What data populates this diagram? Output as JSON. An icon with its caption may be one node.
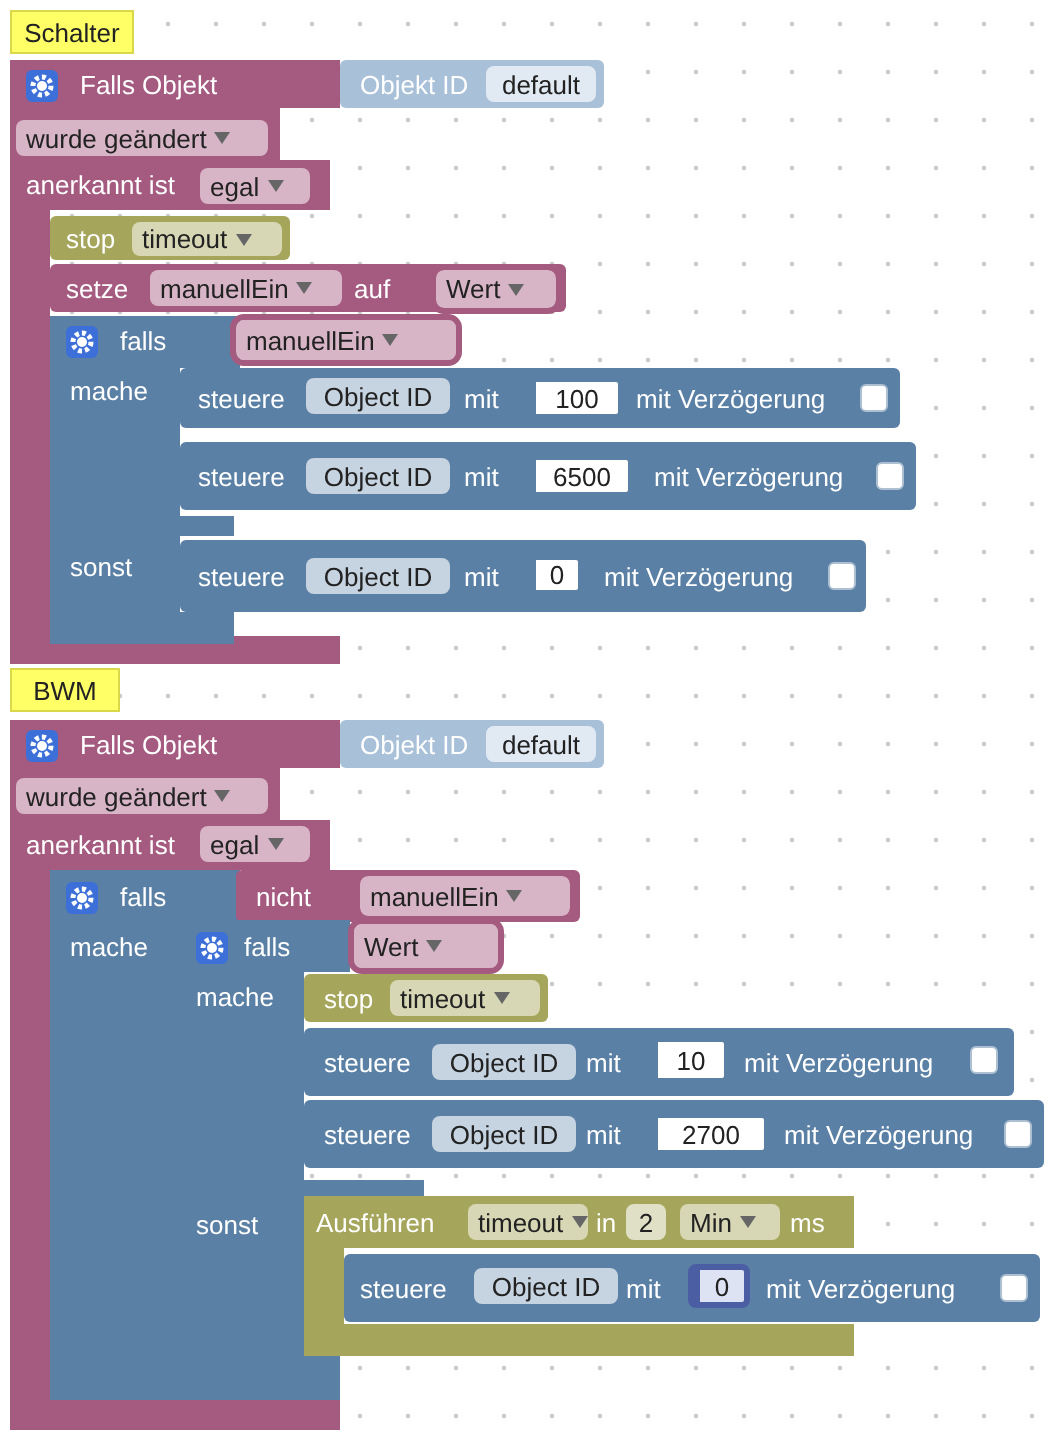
{
  "diagram": {
    "nodes": [
      {
        "text": [
          "Schalter"
        ]
      },
      {
        "text": [
          "Falls Objekt",
          "anerkannt ist"
        ]
      },
      {
        "text": [
          "wurde geändert"
        ],
        "in": 1
      },
      {
        "text": [
          "egal"
        ],
        "in": 1
      },
      {
        "text": [
          "Objekt ID"
        ]
      },
      {
        "text": [
          "default"
        ],
        "in": 4
      },
      {
        "text": [
          "stop"
        ]
      },
      {
        "text": [
          "timeout"
        ],
        "in": 6
      },
      {
        "text": [
          "setze",
          "auf"
        ]
      },
      {
        "text": [
          "manuellEin"
        ],
        "in": 8
      },
      {
        "text": [
          "Wert"
        ],
        "in": 8
      },
      {
        "text": [
          "falls",
          "mache",
          "sonst"
        ]
      },
      {
        "text": [
          "manuellEin"
        ]
      },
      {
        "text": [
          "steuere",
          "mit",
          "mit Verzögerung"
        ]
      },
      {
        "text": [
          "Object ID"
        ],
        "in": 13
      },
      {
        "text": [
          "100"
        ],
        "in": 13
      },
      {
        "text": [],
        "shape": "box",
        "in": 13
      },
      {
        "text": [
          "steuere",
          "mit",
          "mit Verzögerung"
        ]
      },
      {
        "text": [
          "Object ID"
        ],
        "in": 17
      },
      {
        "text": [
          "6500"
        ],
        "in": 17
      },
      {
        "text": [],
        "shape": "box",
        "in": 17
      },
      {
        "text": [
          "steuere",
          "mit",
          "mit Verzögerung"
        ]
      },
      {
        "text": [
          "Object ID"
        ],
        "in": 21
      },
      {
        "text": [
          "0"
        ],
        "in": 21
      },
      {
        "text": [],
        "shape": "box",
        "in": 21
      },
      {
        "text": [
          "BWM"
        ]
      },
      {
        "text": [
          "Falls Objekt",
          "anerkannt ist"
        ]
      },
      {
        "text": [
          "wurde geändert"
        ],
        "in": 26
      },
      {
        "text": [
          "egal"
        ],
        "in": 26
      },
      {
        "text": [
          "Objekt ID"
        ]
      },
      {
        "text": [
          "default"
        ],
        "in": 29
      },
      {
        "text": [
          "falls",
          "mache"
        ]
      },
      {
        "text": [
          "nicht"
        ]
      },
      {
        "text": [
          "manuellEin"
        ],
        "in": 32
      },
      {
        "text": [
          "falls",
          "mache",
          "sonst"
        ]
      },
      {
        "text": [
          "Wert"
        ]
      },
      {
        "text": [
          "stop"
        ]
      },
      {
        "text": [
          "timeout"
        ],
        "in": 36
      },
      {
        "text": [
          "steuere",
          "mit",
          "mit Verzögerung"
        ]
      },
      {
        "text": [
          "Object ID"
        ],
        "in": 38
      },
      {
        "text": [
          "10"
        ],
        "in": 38
      },
      {
        "text": [],
        "shape": "box",
        "in": 38
      },
      {
        "text": [
          "steuere",
          "mit",
          "mit Verzögerung"
        ]
      },
      {
        "text": [
          "Object ID"
        ],
        "in": 42
      },
      {
        "text": [
          "2700"
        ],
        "in": 42
      },
      {
        "text": [],
        "shape": "box",
        "in": 42
      },
      {
        "text": [
          "Ausführen",
          "in",
          "ms"
        ]
      },
      {
        "text": [
          "timeout"
        ],
        "in": 46
      },
      {
        "text": [
          "2"
        ],
        "in": 46
      },
      {
        "text": [
          "Min"
        ],
        "in": 46
      },
      {
        "text": [
          "steuere",
          "mit",
          "mit Verzögerung"
        ]
      },
      {
        "text": [
          "Object ID"
        ],
        "in": 50
      },
      {
        "text": [
          "0"
        ],
        "in": 50
      },
      {
        "text": [],
        "shape": "box",
        "in": 50
      }
    ],
    "edges": []
  }
}
